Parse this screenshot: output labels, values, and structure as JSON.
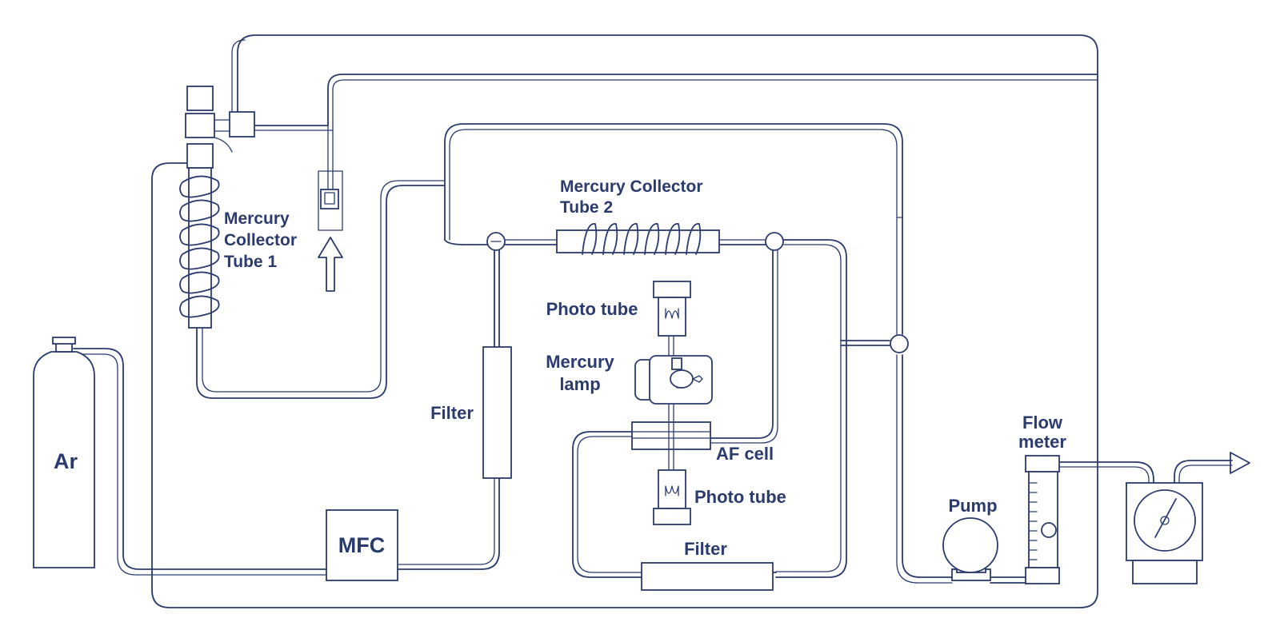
{
  "labels": {
    "argon": "Ar",
    "mfc": "MFC",
    "filter_left": "Filter",
    "filter_bottom": "Filter",
    "collector1_line1": "Mercury",
    "collector1_line2": "Collector",
    "collector1_line3": "Tube 1",
    "collector2_line1": "Mercury Collector",
    "collector2_line2": "Tube 2",
    "phototube_top": "Photo tube",
    "phototube_bottom": "Photo tube",
    "lamp_line1": "Mercury",
    "lamp_line2": "lamp",
    "af_cell": "AF cell",
    "pump": "Pump",
    "flowmeter_line1": "Flow",
    "flowmeter_line2": "meter"
  },
  "colors": {
    "line": "#2b3b6e",
    "background": "#ffffff"
  }
}
